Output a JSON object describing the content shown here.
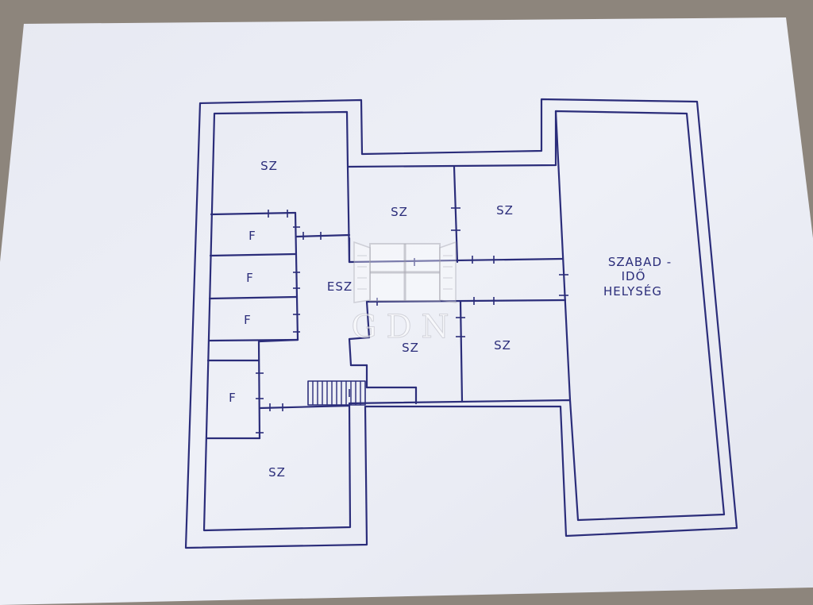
{
  "floor_plan": {
    "rooms": [
      {
        "id": "sz-top-left",
        "label": "SZ"
      },
      {
        "id": "sz-mid-left",
        "label": "SZ"
      },
      {
        "id": "sz-mid-right",
        "label": "SZ"
      },
      {
        "id": "sz-low-left",
        "label": "SZ"
      },
      {
        "id": "sz-low-right",
        "label": "SZ"
      },
      {
        "id": "sz-bottom-left",
        "label": "SZ"
      },
      {
        "id": "f-1",
        "label": "F"
      },
      {
        "id": "f-2",
        "label": "F"
      },
      {
        "id": "f-3",
        "label": "F"
      },
      {
        "id": "f-4",
        "label": "F"
      },
      {
        "id": "esz",
        "label": "ESZ"
      }
    ],
    "leisure_room": {
      "line1": "SZABAD -",
      "line2": "IDŐ",
      "line3": "HELYSÉG"
    }
  },
  "watermark": {
    "text": "GDN"
  },
  "colors": {
    "ink": "#2b2d7a",
    "paper": "#eceef6",
    "background": "#8d857c"
  }
}
